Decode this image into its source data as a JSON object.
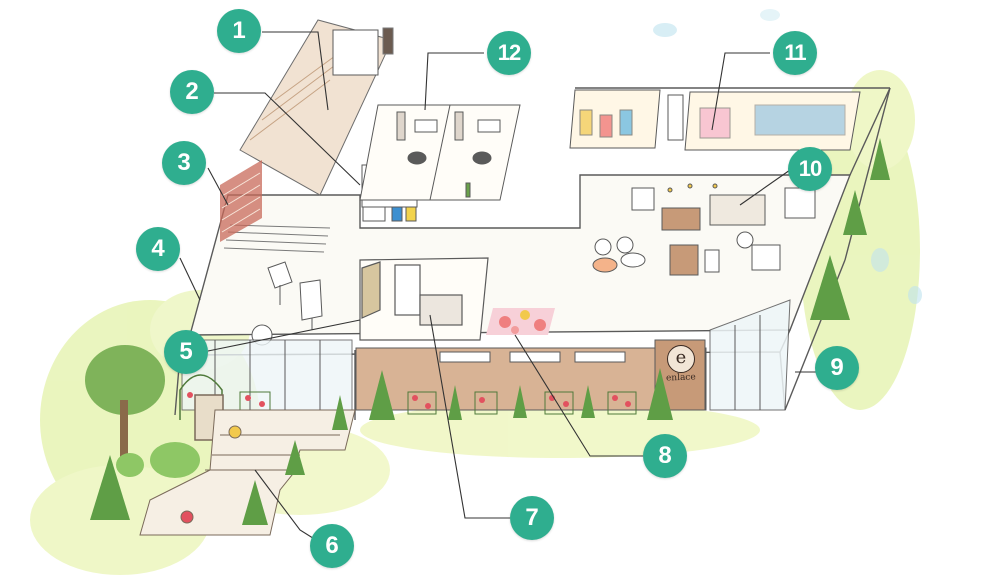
{
  "markers": {
    "m1": "1",
    "m2": "2",
    "m3": "3",
    "m4": "4",
    "m5": "5",
    "m6": "6",
    "m7": "7",
    "m8": "8",
    "m9": "9",
    "m10": "10",
    "m11": "11",
    "m12": "12"
  },
  "sign": {
    "logo_letter": "e",
    "name": "enlace"
  },
  "colors": {
    "marker": "#2fae8f",
    "greenery": "#d6ea7f",
    "tree": "#5f9e46",
    "wood": "#c79a78",
    "brick": "#b9564a",
    "line": "#5a5a5a"
  }
}
